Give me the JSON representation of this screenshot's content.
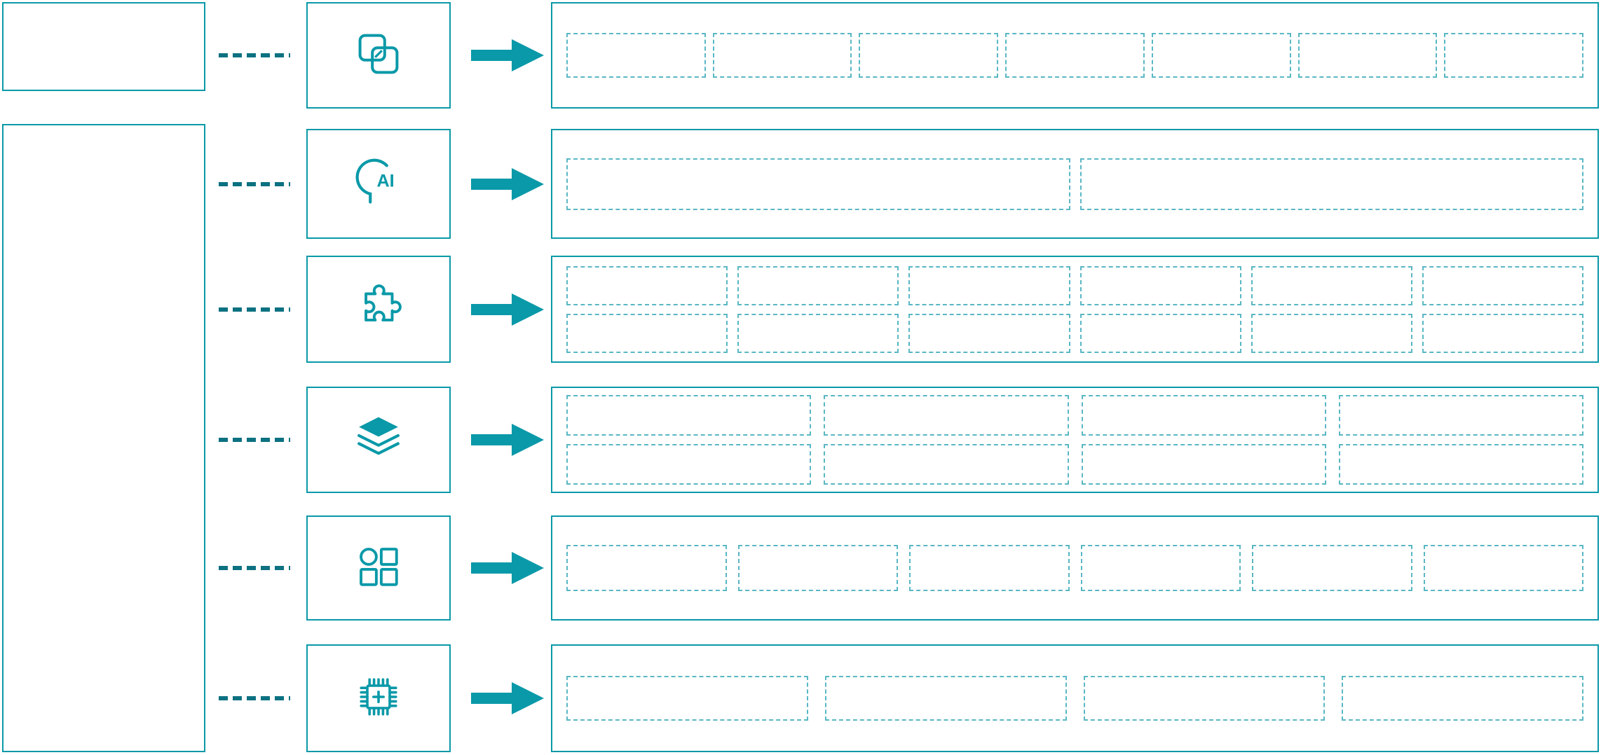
{
  "colors": {
    "primary": "#0a99a8",
    "connector": "#0c7181",
    "placeholder": "#5ab7c4",
    "arrow": "#0a99a8",
    "background": "#ffffff"
  },
  "left_panel": {
    "top_box_text": "",
    "main_box_text": ""
  },
  "rows": [
    {
      "icon": "overlapping-squares-icon",
      "grid": {
        "rows": 1,
        "cols": 7
      }
    },
    {
      "icon": "ai-head-icon",
      "icon_text": "AI",
      "grid": {
        "rows": 1,
        "cols": 2
      }
    },
    {
      "icon": "puzzle-piece-icon",
      "grid": {
        "rows": 2,
        "cols": 6
      }
    },
    {
      "icon": "layers-icon",
      "grid": {
        "rows": 2,
        "cols": 4
      }
    },
    {
      "icon": "app-grid-icon",
      "grid": {
        "rows": 1,
        "cols": 6
      }
    },
    {
      "icon": "chip-plus-icon",
      "grid": {
        "rows": 1,
        "cols": 4
      }
    }
  ]
}
